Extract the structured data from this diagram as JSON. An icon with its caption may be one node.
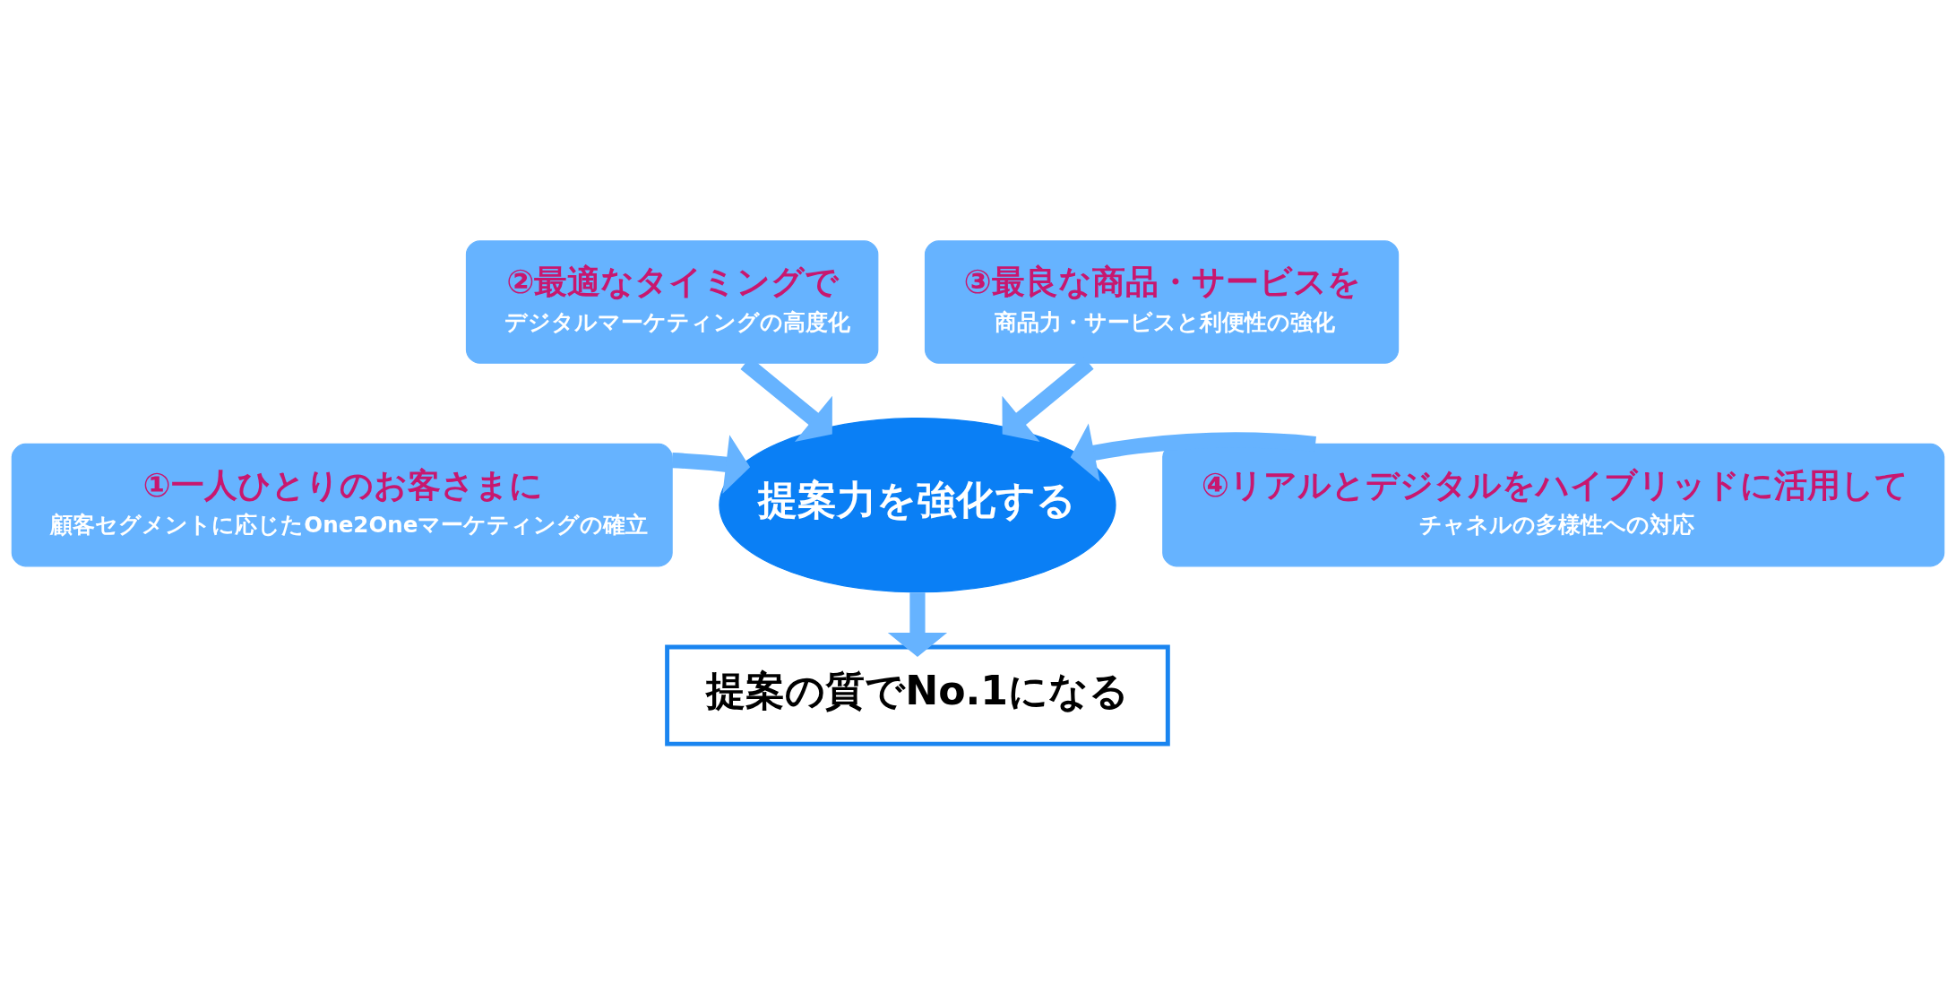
{
  "diagram": {
    "nodes": [
      {
        "text": [
          "②最適なタイミングで",
          "デジタルマーケティングの高度化"
        ]
      },
      {
        "text": [
          "③最良な商品・サービスを",
          "商品力・サービスと利便性の強化"
        ]
      },
      {
        "text": [
          "①一人ひとりのお客さまに",
          "顧客セグメントに応じたOne2Oneマーケティングの確立"
        ]
      },
      {
        "text": [
          "提案力を強化する"
        ]
      },
      {
        "text": [
          "④リアルとデジタルをハイブリッドに活用して",
          "チャネルの多様性への対応"
        ]
      },
      {
        "text": [
          "提案の質でNo.1になる"
        ]
      }
    ],
    "edges": [
      {
        "from": 0,
        "to": 3,
        "arrow": "to"
      },
      {
        "from": 1,
        "to": 3,
        "arrow": "to"
      },
      {
        "from": 2,
        "to": 3,
        "arrow": "to"
      },
      {
        "from": 4,
        "to": 3,
        "arrow": "to"
      },
      {
        "from": 3,
        "to": 5,
        "arrow": "to"
      }
    ]
  }
}
